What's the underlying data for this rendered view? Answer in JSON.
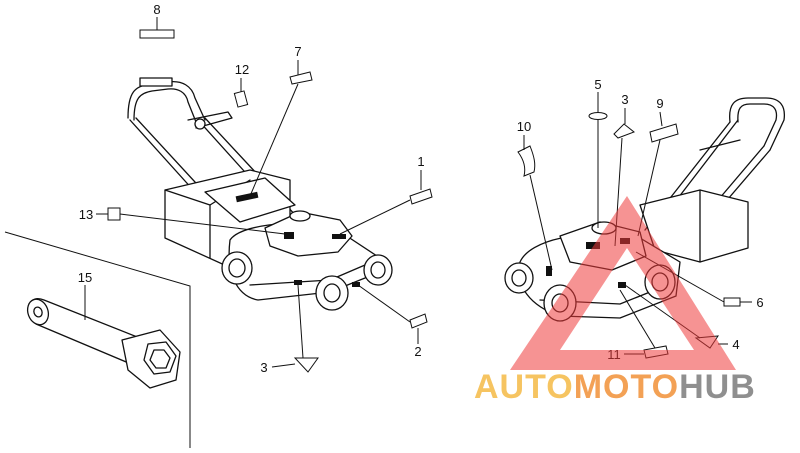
{
  "callouts": {
    "c1": "1",
    "c2": "2",
    "c3": "3",
    "c4": "4",
    "c5": "5",
    "c6": "6",
    "c7": "7",
    "c8": "8",
    "c9": "9",
    "c10": "10",
    "c11": "11",
    "c12": "12",
    "c13": "13",
    "c15": "15"
  },
  "watermark": {
    "part1": "AUTO",
    "part2": "MOTO",
    "part3": "HUB",
    "colors": {
      "auto": "#f4b53a",
      "moto": "#f08a2a",
      "hub": "#6a6a6a",
      "triangle": "#ef3b3b"
    }
  },
  "colors": {
    "ink": "#111111",
    "background": "#ffffff"
  }
}
